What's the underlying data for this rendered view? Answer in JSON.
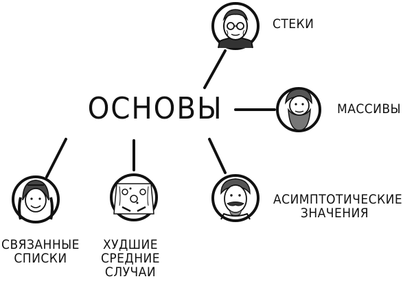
{
  "diagram": {
    "root": {
      "label": "ОСНОВЫ"
    },
    "nodes": [
      {
        "id": "stacks",
        "lines": [
          "СТЕКИ"
        ],
        "portrait": "old-man-glasses-portrait"
      },
      {
        "id": "arrays",
        "lines": [
          "МАССИВЫ"
        ],
        "portrait": "bearded-man-portrait"
      },
      {
        "id": "asymptotic",
        "lines": [
          "АСИМПТОТИЧЕСКИЕ",
          "ЗНАЧЕНИЯ"
        ],
        "portrait": "mustache-man-portrait"
      },
      {
        "id": "linked",
        "lines": [
          "СВЯЗАННЫЕ",
          "СПИСКИ"
        ],
        "portrait": "braided-girl-portrait"
      },
      {
        "id": "worst",
        "lines": [
          "ХУДШИЕ",
          "СРЕДНИЕ",
          "СЛУЧАИ"
        ],
        "portrait": "pinball-machine-portrait"
      }
    ]
  }
}
